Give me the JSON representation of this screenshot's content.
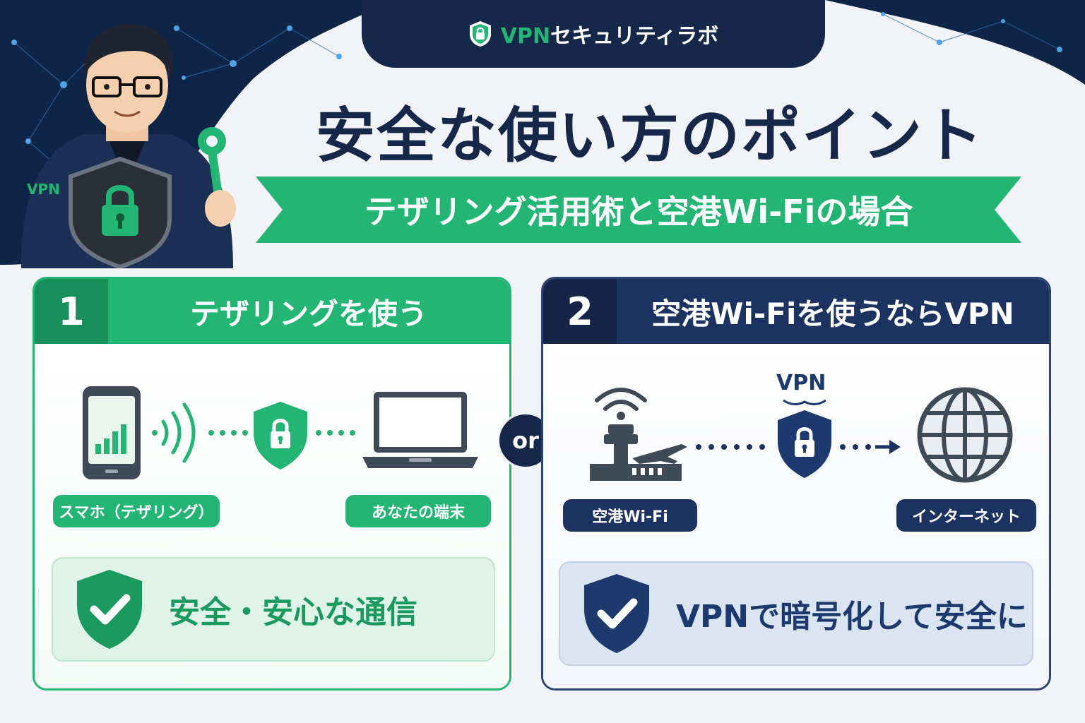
{
  "brand": {
    "prefix": "VPN",
    "suffix": "セキュリティラボ"
  },
  "title": "安全な使い方のポイント",
  "subtitle": "テザリング活用術と空港Wi-Fiの場合",
  "mascot": {
    "badge": "VPN"
  },
  "card1": {
    "number": "1",
    "title": "テザリングを使う",
    "label_left": "スマホ（テザリング）",
    "label_right": "あなたの端末",
    "result": "安全・安心な通信"
  },
  "separator": "or",
  "card2": {
    "number": "2",
    "title": "空港Wi-Fiを使うならVPN",
    "vpn_label": "VPN",
    "label_left": "空港Wi-Fi",
    "label_right": "インターネット",
    "result": "VPNで暗号化して安全に"
  },
  "colors": {
    "green": "#22b573",
    "navy": "#16284a",
    "background": "#f1f3f6"
  },
  "icons": [
    "shield-lock-icon",
    "smartphone-icon",
    "signal-waves-icon",
    "laptop-icon",
    "airport-tower-icon",
    "airplane-icon",
    "wifi-icon",
    "globe-icon",
    "check-shield-icon",
    "key-icon"
  ]
}
